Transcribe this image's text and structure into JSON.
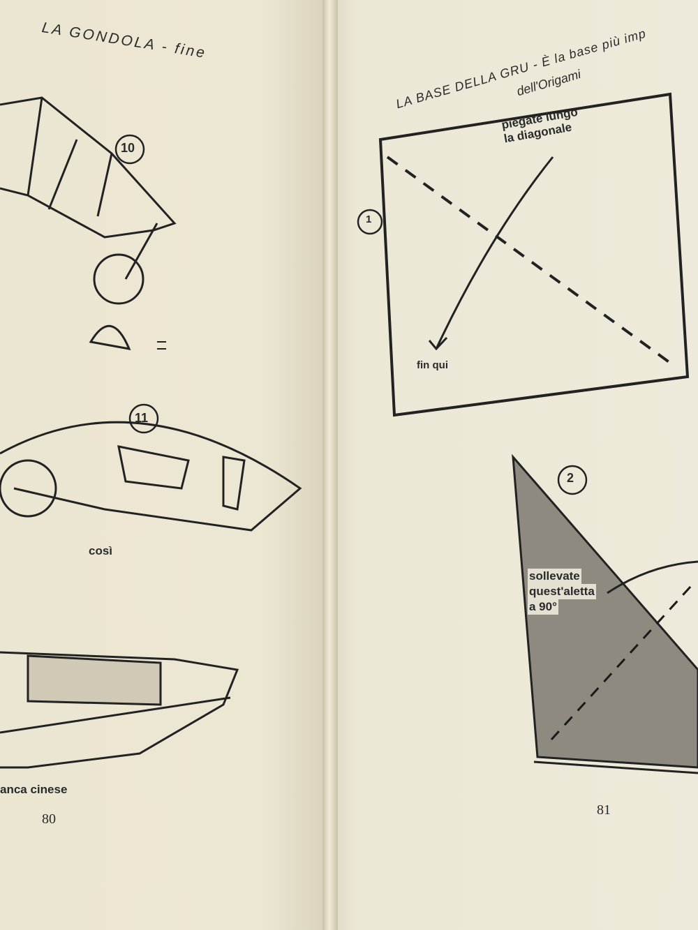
{
  "left_page": {
    "title": "LA GONDOLA - fine",
    "step_10": "10",
    "step_11": "11",
    "caption_cosi": "così",
    "caption_bottom": "anca cinese",
    "page_number": "80"
  },
  "right_page": {
    "title_line1": "LA BASE DELLA GRU - È la base più imp",
    "title_line2": "dell'Origami",
    "step_1": "1",
    "step_1_instruction_line1": "piegate lungo",
    "step_1_instruction_line2": "la diagonale",
    "step_1_target": "fin qui",
    "step_2": "2",
    "step_2_instruction_line1": "sollevate",
    "step_2_instruction_line2": "quest'aletta",
    "step_2_instruction_line3": "a 90°",
    "page_number": "81"
  }
}
